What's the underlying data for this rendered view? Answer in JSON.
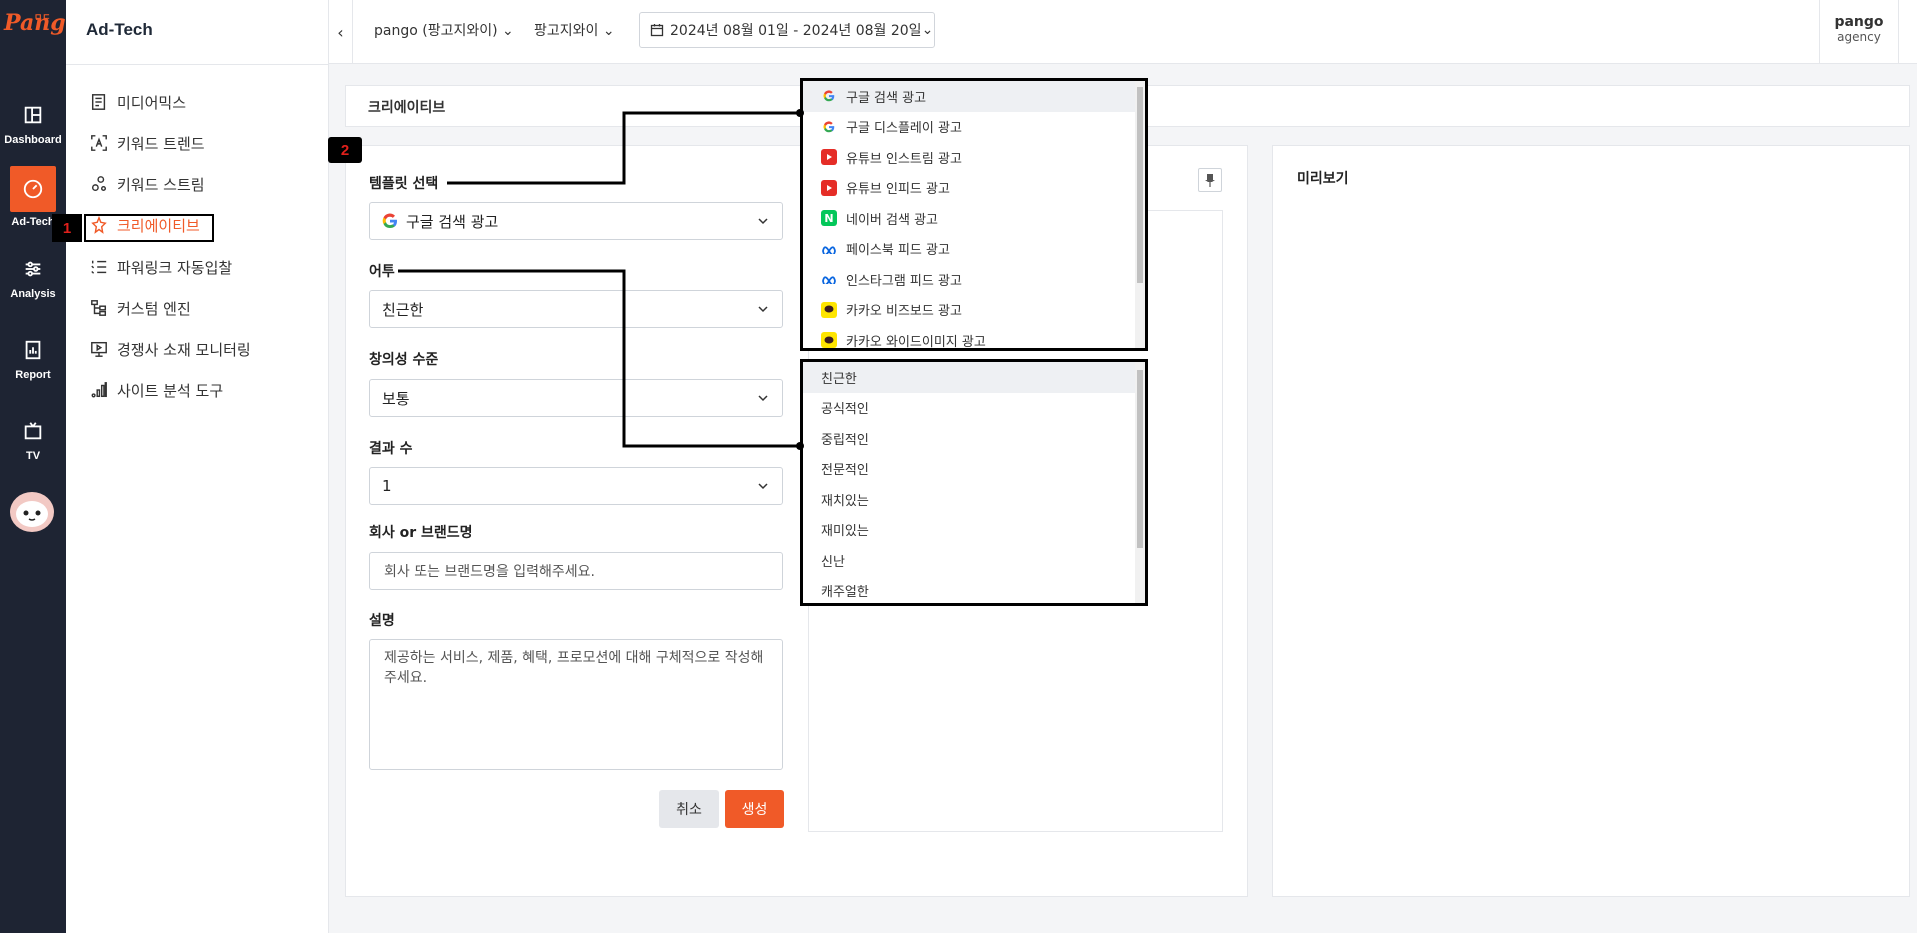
{
  "brand": {
    "logo_text": "Pango",
    "logo_sup": "ㅁㄷ"
  },
  "rail": {
    "items": [
      {
        "label": "Dashboard"
      },
      {
        "label": "Ad-Tech"
      },
      {
        "label": "Analysis"
      },
      {
        "label": "Report"
      },
      {
        "label": "TV"
      }
    ]
  },
  "sidebar": {
    "title": "Ad-Tech",
    "items": [
      {
        "label": "미디어믹스"
      },
      {
        "label": "키워드 트렌드"
      },
      {
        "label": "키워드 스트림"
      },
      {
        "label": "크리에이티브"
      },
      {
        "label": "파워링크 자동입찰"
      },
      {
        "label": "커스텀 엔진"
      },
      {
        "label": "경쟁사 소재 모니터링"
      },
      {
        "label": "사이트 분석 도구"
      }
    ]
  },
  "topbar": {
    "account": "pango (팡고지와이)",
    "brand": "팡고지와이",
    "date_range": "2024년 08월 01일 - 2024년 08월 20일",
    "user_name": "pango",
    "user_role": "agency"
  },
  "section_title": "크리에이티브",
  "form": {
    "template_label": "템플릿 선택",
    "template_value": "구글 검색 광고",
    "tone_label": "어투",
    "tone_value": "친근한",
    "creativity_label": "창의성 수준",
    "creativity_value": "보통",
    "results_label": "결과 수",
    "results_value": "1",
    "company_label": "회사 or 브랜드명",
    "company_placeholder": "회사 또는 브랜드명을 입력해주세요.",
    "desc_label": "설명",
    "desc_placeholder": "제공하는 서비스, 제품, 혜택, 프로모션에 대해 구체적으로 작성해주세요.",
    "cancel": "취소",
    "create": "생성"
  },
  "preview_title": "미리보기",
  "template_options": [
    {
      "label": "구글 검색 광고",
      "icon": "google-icon"
    },
    {
      "label": "구글 디스플레이 광고",
      "icon": "google-icon"
    },
    {
      "label": "유튜브 인스트림 광고",
      "icon": "youtube-icon"
    },
    {
      "label": "유튜브 인피드 광고",
      "icon": "youtube-icon"
    },
    {
      "label": "네이버 검색 광고",
      "icon": "naver-icon"
    },
    {
      "label": "페이스북 피드 광고",
      "icon": "meta-icon"
    },
    {
      "label": "인스타그램 피드 광고",
      "icon": "meta-icon"
    },
    {
      "label": "카카오 비즈보드 광고",
      "icon": "kakao-icon"
    },
    {
      "label": "카카오 와이드이미지 광고",
      "icon": "kakao-icon"
    }
  ],
  "tone_options": [
    "친근한",
    "공식적인",
    "중립적인",
    "전문적인",
    "재치있는",
    "재미있는",
    "신난",
    "캐주얼한"
  ],
  "annotations": {
    "badge1": "1",
    "badge2": "2"
  },
  "colors": {
    "accent": "#f05a28",
    "rail_bg": "#1e2433"
  }
}
